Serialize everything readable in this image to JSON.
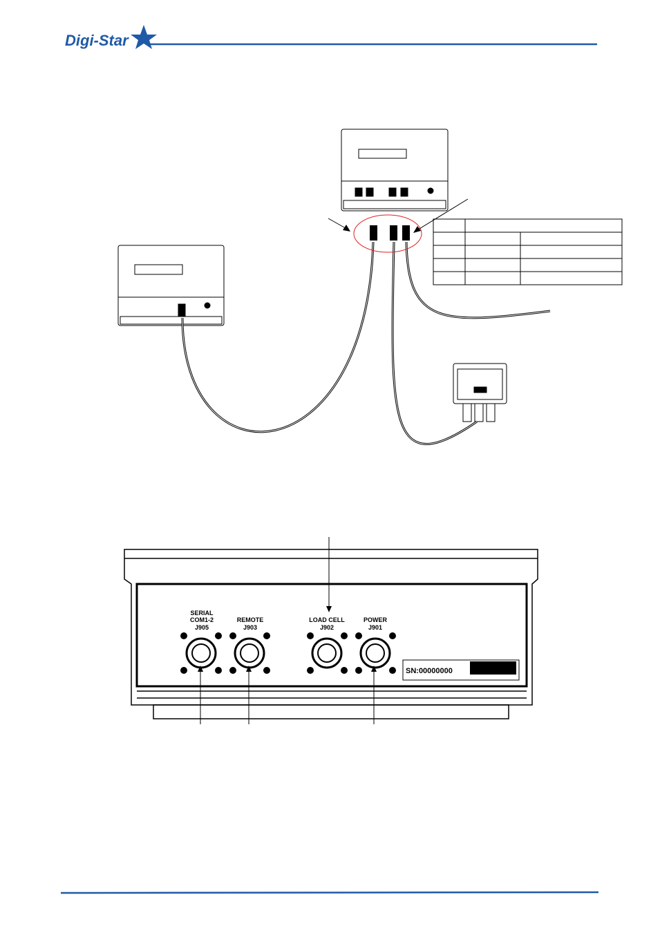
{
  "header": {
    "logo_text": "Digi-Star",
    "accent": "#1f5aa6"
  },
  "panel": {
    "connectors": [
      {
        "line1": "SERIAL",
        "line2": "COM1-2",
        "line3": "J905"
      },
      {
        "line1": "",
        "line2": "REMOTE",
        "line3": "J903"
      },
      {
        "line1": "",
        "line2": "LOAD CELL",
        "line3": "J902"
      },
      {
        "line1": "",
        "line2": "POWER",
        "line3": "J901"
      }
    ],
    "serial_number": "SN:00000000"
  }
}
